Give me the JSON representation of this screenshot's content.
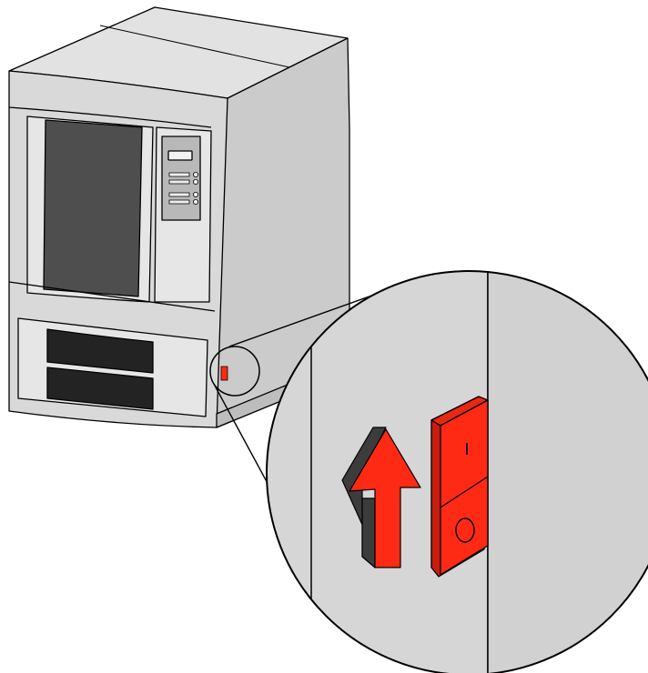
{
  "switch": {
    "on_symbol": "I",
    "off_symbol": "O",
    "state": "on"
  },
  "colors": {
    "switch_red": "#ff2a14",
    "switch_dark_red": "#c81e0e",
    "arrow_red": "#ff2a14",
    "arrow_shadow": "#3c3c3c",
    "printer_body": "#d6d6d6",
    "printer_top": "#e2e2e2",
    "printer_side": "#c9c9c9",
    "window_dark": "#4e4e4e",
    "drawer_black": "#232323",
    "outline": "#000000"
  },
  "icons": {
    "arrow": "arrow-up-icon",
    "lcd": "lcd-display-icon"
  }
}
